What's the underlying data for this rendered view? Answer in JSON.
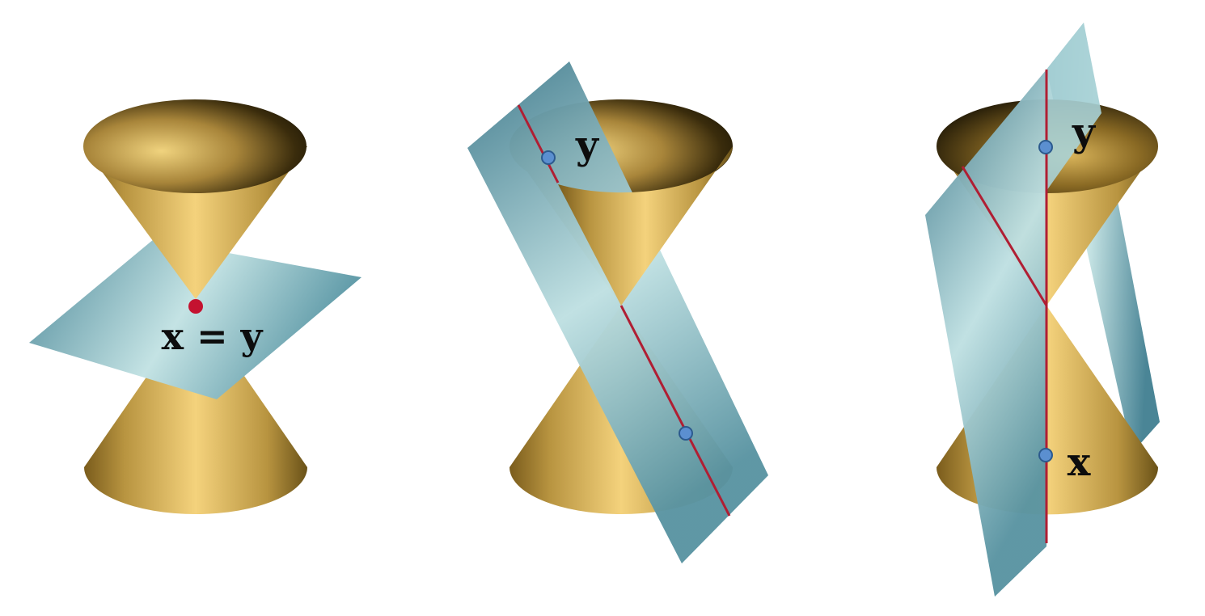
{
  "figures": [
    {
      "name": "plane-through-vertex-point",
      "labels": {
        "vertex": "x = y"
      }
    },
    {
      "name": "plane-through-vertex-single-line",
      "labels": {
        "top": "y"
      }
    },
    {
      "name": "plane-through-vertex-two-lines",
      "labels": {
        "top": "y",
        "bottom": "x"
      }
    }
  ],
  "colors": {
    "cone_gold": "#d9b45a",
    "cone_highlight": "#f4d27c",
    "cone_shadow": "#6a5218",
    "plane_light": "#bfe0e2",
    "plane_dark": "#4f8a9a",
    "intersection_line": "#b01e33",
    "vertex_point": "#c41230",
    "marker_point": "#5b8fd0"
  }
}
